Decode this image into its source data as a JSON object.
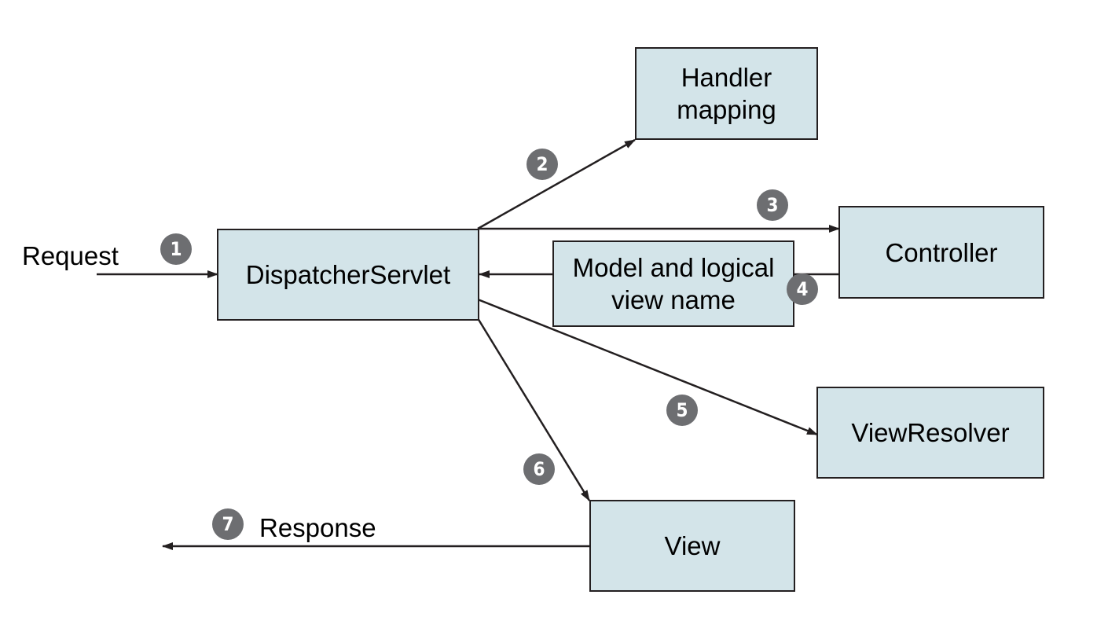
{
  "colors": {
    "box_fill": "#d3e4e9",
    "box_border": "#231f20",
    "arrow": "#231f20",
    "badge_fill": "#6d6e71",
    "badge_text": "#ffffff",
    "text": "#000000"
  },
  "nodes": {
    "dispatcher": "DispatcherServlet",
    "handler_mapping": {
      "line1": "Handler",
      "line2": "mapping"
    },
    "controller": "Controller",
    "model_view": {
      "line1": "Model and logical",
      "line2": "view name"
    },
    "view_resolver": "ViewResolver",
    "view": "View"
  },
  "labels": {
    "request": "Request",
    "response": "Response"
  },
  "steps": [
    "1",
    "2",
    "3",
    "4",
    "5",
    "6",
    "7"
  ],
  "edges": [
    {
      "from": "request",
      "to": "dispatcher",
      "step": "1"
    },
    {
      "from": "dispatcher",
      "to": "handler_mapping",
      "step": "2"
    },
    {
      "from": "dispatcher",
      "to": "controller",
      "step": "3"
    },
    {
      "from": "controller",
      "to": "dispatcher",
      "via": "model_view",
      "step": "4"
    },
    {
      "from": "dispatcher",
      "to": "view_resolver",
      "step": "5"
    },
    {
      "from": "dispatcher",
      "to": "view",
      "step": "6"
    },
    {
      "from": "view",
      "to": "response",
      "step": "7"
    }
  ]
}
